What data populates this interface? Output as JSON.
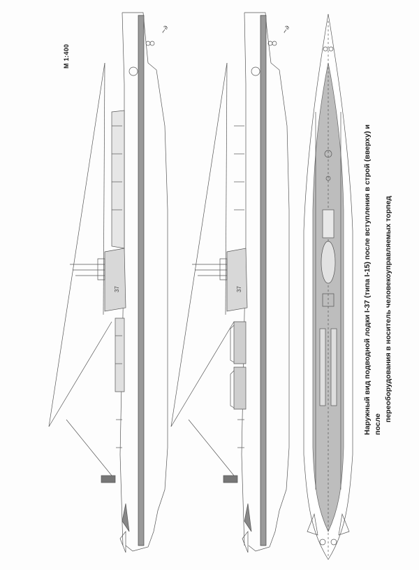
{
  "document": {
    "scale": "M 1:400",
    "caption_line1": "Наружный вид подводной лодки I-37 (типа I-15) после вступления в строй (вверху) и после",
    "caption_line2": "переоборудования в носитель человекоуправляемых торпед",
    "hull_number": "37"
  },
  "colors": {
    "deck": "#bdbdbd",
    "line": "#555555",
    "paper": "#fdfdfd"
  }
}
